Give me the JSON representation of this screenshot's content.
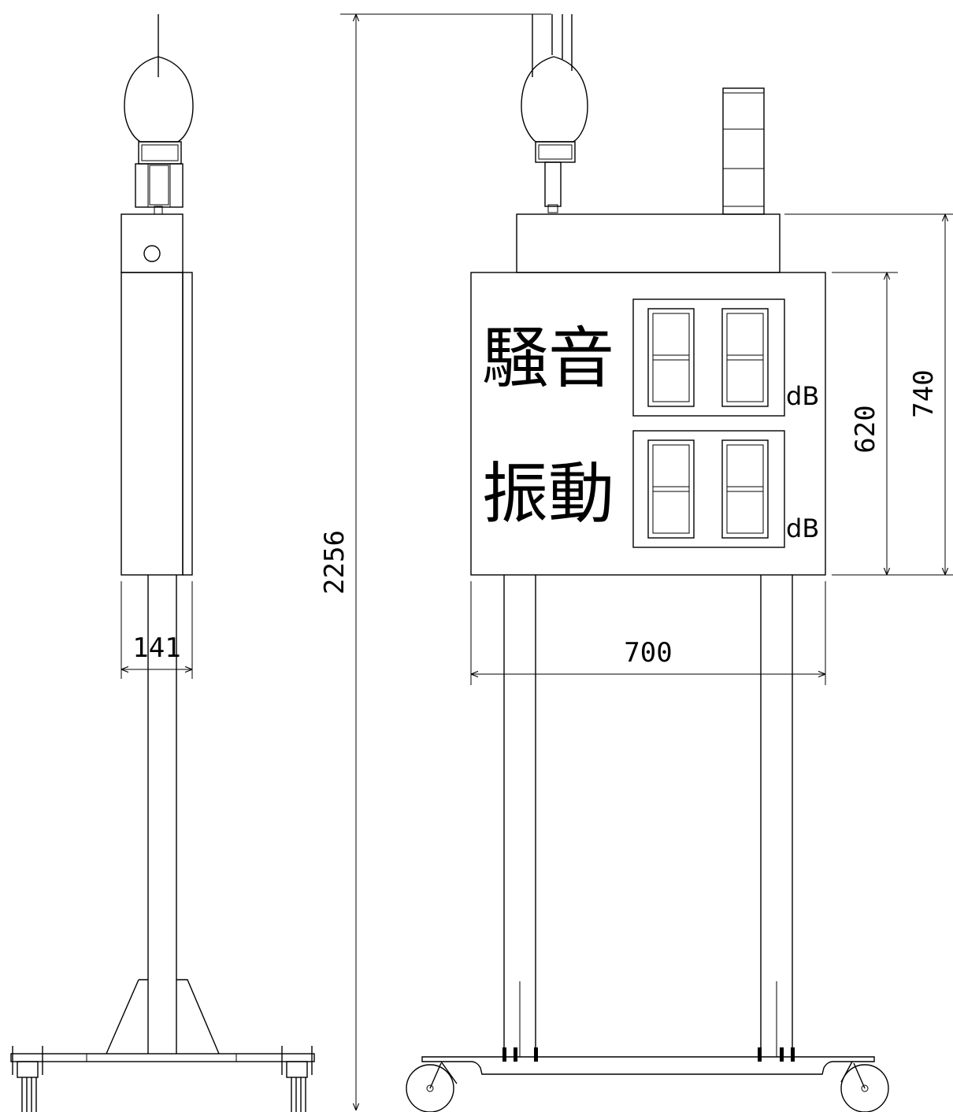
{
  "board": {
    "noise_label": "騒音",
    "vibration_label": "振動",
    "noise_unit": "dB",
    "vibration_unit": "dB"
  },
  "dimensions": {
    "overall_height": "2256",
    "panel_height": "620",
    "total_height": "740",
    "panel_width": "700",
    "side_width": "141"
  }
}
